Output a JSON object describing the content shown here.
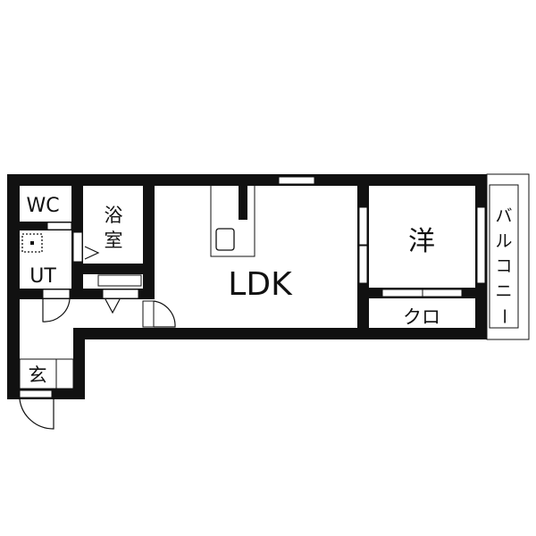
{
  "rooms": {
    "wc": "WC",
    "bath_line1": "浴",
    "bath_line2": "室",
    "ut": "UT",
    "ldk": "LDK",
    "western": "洋",
    "closet": "クロ",
    "balcony": [
      "バ",
      "ル",
      "コ",
      "ニ",
      "ー"
    ],
    "entrance": "玄"
  },
  "colors": {
    "wall": "#111111",
    "background": "#ffffff"
  }
}
